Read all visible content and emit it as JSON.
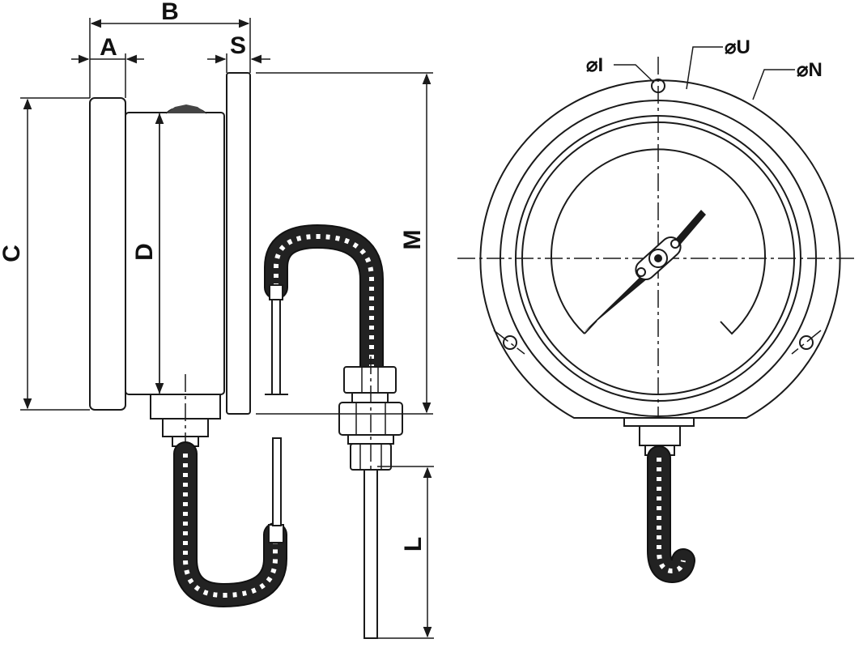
{
  "diagram": {
    "dimension_labels": {
      "A": "A",
      "B": "B",
      "S": "S",
      "C": "C",
      "D": "D",
      "M": "M",
      "L": "L"
    },
    "diameter_labels": {
      "I": "⌀I",
      "U": "⌀U",
      "N": "⌀N"
    }
  }
}
